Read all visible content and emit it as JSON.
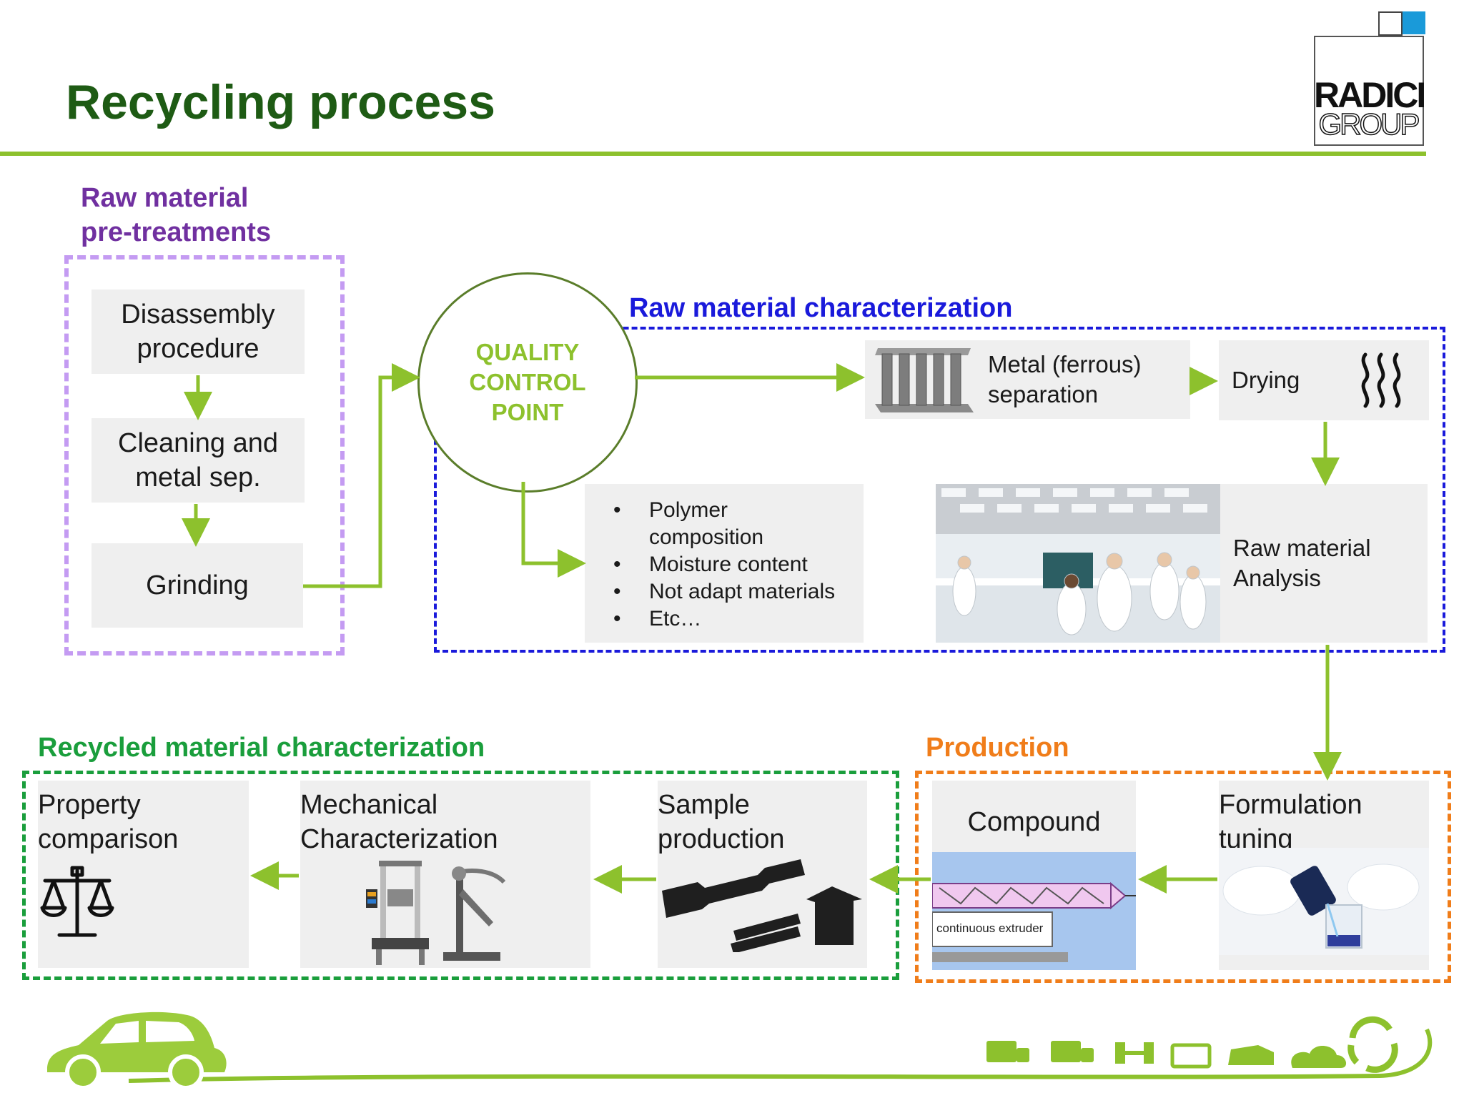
{
  "title": "Recycling process",
  "logo": {
    "line1": "RADICI",
    "line2": "GROUP"
  },
  "colors": {
    "green_arrow": "#8dc12d",
    "title_green": "#1e5b14",
    "purple": "#7030a0",
    "blue": "#1a1adb",
    "dark_green": "#1a9e3c",
    "orange": "#f07d1a"
  },
  "pretreatment": {
    "label_line1": "Raw material",
    "label_line2": "pre-treatments",
    "steps": [
      "Disassembly procedure",
      "Cleaning and metal sep.",
      "Grinding"
    ]
  },
  "quality_control": {
    "line1": "QUALITY",
    "line2": "CONTROL",
    "line3": "POINT"
  },
  "raw_characterization": {
    "label": "Raw material characterization",
    "metal_line1": "Metal (ferrous)",
    "metal_line2": "separation",
    "drying": "Drying",
    "analysis_line1": "Raw material",
    "analysis_line2": "Analysis",
    "bullets": [
      "Polymer composition",
      "Moisture content",
      "Not adapt materials",
      "Etc…"
    ]
  },
  "production": {
    "label": "Production",
    "compound": "Compound",
    "extruder_caption": "continuous extruder",
    "formulation_line1": "Formulation",
    "formulation_line2": "tuning"
  },
  "recycled_characterization": {
    "label": "Recycled material characterization",
    "sample_line1": "Sample",
    "sample_line2": "production",
    "mechanical_line1": "Mechanical",
    "mechanical_line2": "Characterization",
    "property_line1": "Property",
    "property_line2": "comparison"
  },
  "icons": [
    "magnet-bars-icon",
    "heat-waves-icon",
    "scale-icon",
    "tensile-tester-icon",
    "car-icon",
    "recycle-icon"
  ]
}
